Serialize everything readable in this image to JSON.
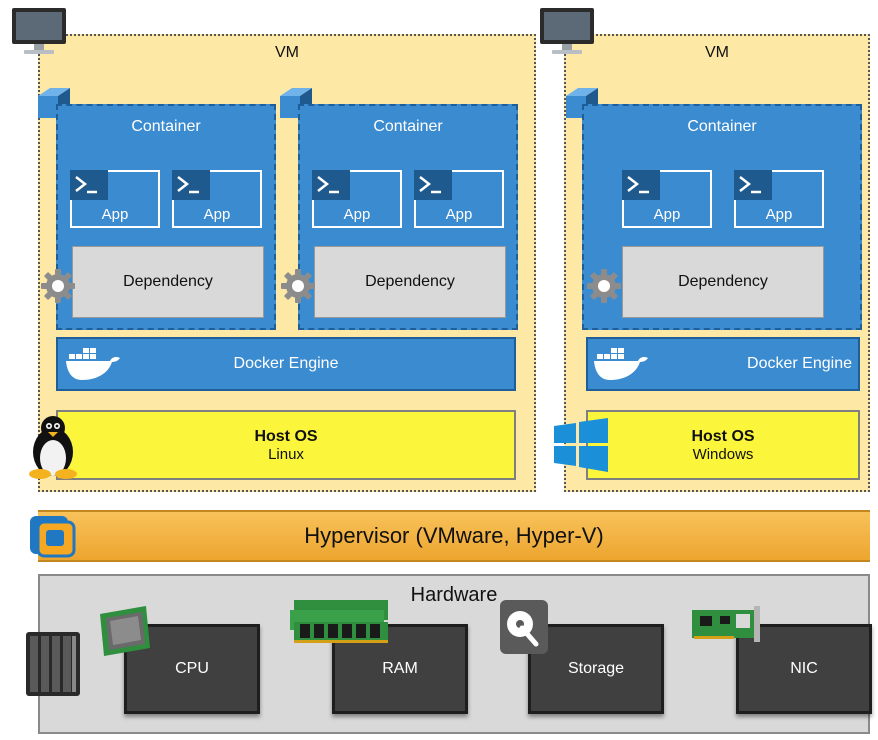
{
  "vms": [
    {
      "label": "VM",
      "host_os": {
        "title": "Host OS",
        "name": "Linux"
      },
      "engine": "Docker Engine",
      "containers": [
        {
          "label": "Container",
          "apps": [
            "App",
            "App"
          ],
          "dependency": "Dependency"
        },
        {
          "label": "Container",
          "apps": [
            "App",
            "App"
          ],
          "dependency": "Dependency"
        }
      ]
    },
    {
      "label": "VM",
      "host_os": {
        "title": "Host OS",
        "name": "Windows"
      },
      "engine": "Docker Engine",
      "containers": [
        {
          "label": "Container",
          "apps": [
            "App",
            "App"
          ],
          "dependency": "Dependency"
        }
      ]
    }
  ],
  "hypervisor": {
    "label": "Hypervisor (VMware, Hyper-V)"
  },
  "hardware": {
    "label": "Hardware",
    "components": [
      "CPU",
      "RAM",
      "Storage",
      "NIC"
    ]
  },
  "icons": [
    "monitor-icon",
    "cube-icon",
    "terminal-icon",
    "gear-icon",
    "docker-whale-icon",
    "linux-penguin-icon",
    "windows-logo-icon",
    "vmware-icon",
    "server-rack-icon",
    "cpu-chip-icon",
    "ram-stick-icon",
    "hard-disk-icon",
    "nic-card-icon"
  ]
}
